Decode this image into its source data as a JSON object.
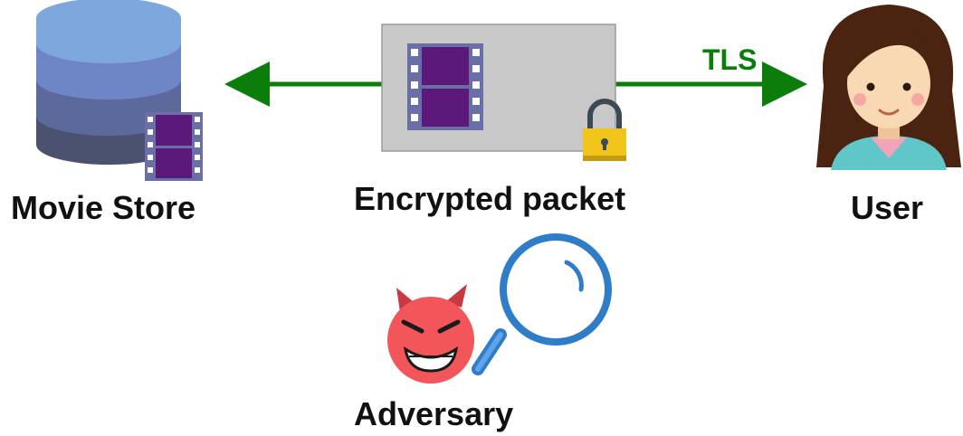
{
  "labels": {
    "movie_store": "Movie Store",
    "encrypted_packet": "Encrypted packet",
    "user": "User",
    "adversary": "Adversary",
    "tls": "TLS"
  },
  "colors": {
    "arrow": "#0a7d0a",
    "tls_text": "#0a7d0a",
    "db_top": "#7ea7dd",
    "db_mid1": "#6f86c6",
    "db_mid2": "#5b6a9a",
    "db_bottom": "#4a5270",
    "film_frame": "#6a6fa8",
    "film_cell": "#5b1a7a",
    "packet_bg": "#c8c8c8",
    "lock_body": "#f0c419",
    "lock_shackle": "#3c4a55",
    "devil_face": "#f2555a",
    "magnifier": "#2f7dc8",
    "hair": "#4a2410",
    "skin": "#f9d8b4",
    "shirt": "#5fc6c9"
  },
  "icons": {
    "store": "database-icon",
    "film": "film-strip-icon",
    "lock": "padlock-icon",
    "user": "user-avatar-icon",
    "adversary": "devil-face-icon",
    "search": "magnifying-glass-icon"
  }
}
